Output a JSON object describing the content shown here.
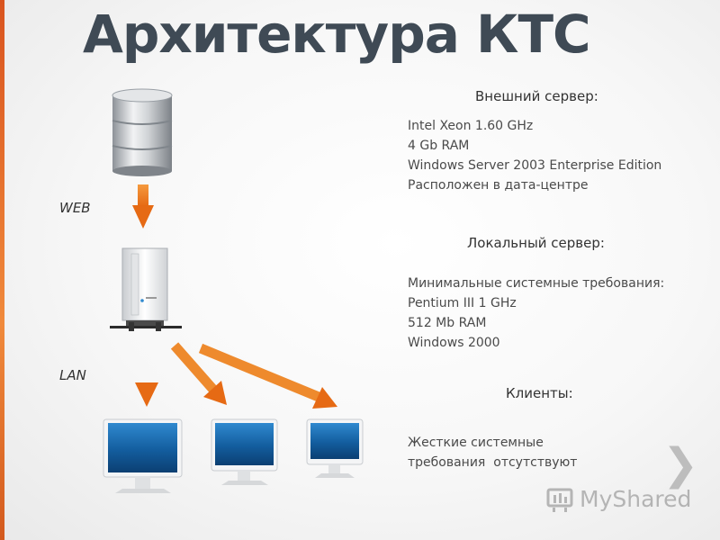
{
  "title": "Архитектура КТС",
  "labels": {
    "web": "WEB",
    "lan": "LAN"
  },
  "external_server": {
    "heading": "Внешний сервер:",
    "lines": [
      "Intel Xeon 1.60 GHz",
      "4 Gb RAM",
      "Windows Server 2003 Enterprise Edition",
      "Расположен в дата-центре"
    ]
  },
  "local_server": {
    "heading": "Локальный сервер:",
    "lines": [
      "Минимальные системные требования:",
      "Pentium III 1 GHz",
      "512 Mb RAM",
      "Windows 2000"
    ]
  },
  "clients": {
    "heading": "Клиенты:",
    "lines": [
      "Жесткие системные",
      "требования  отсутствуют"
    ]
  },
  "icons": {
    "database": "database-server-icon",
    "tower": "tower-server-icon",
    "monitor": "client-monitor-icon",
    "arrow": "arrow-icon",
    "chevron": "chevron-right-icon"
  },
  "colors": {
    "accent": "#e8751a",
    "title": "#3f4a55"
  },
  "watermark": "MyShared"
}
